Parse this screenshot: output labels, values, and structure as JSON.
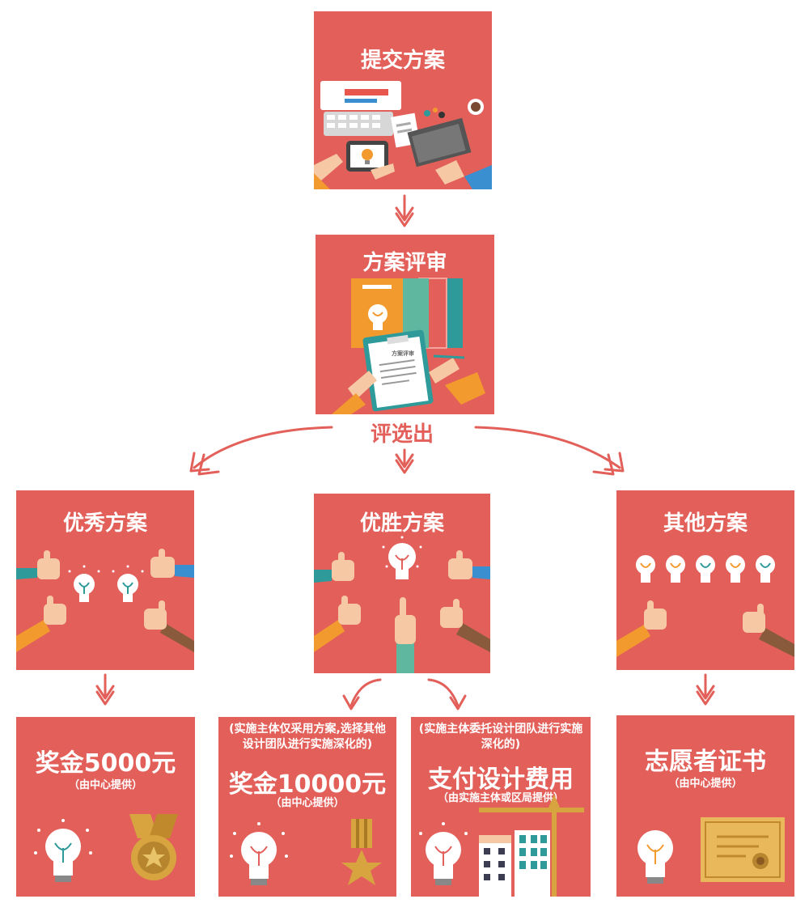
{
  "submit": {
    "title": "提交方案"
  },
  "review": {
    "title": "方案评审",
    "clipboard_text": "方案评审"
  },
  "select_label": "评选出",
  "excellent": {
    "title": "优秀方案"
  },
  "winning": {
    "title": "优胜方案"
  },
  "other": {
    "title": "其他方案"
  },
  "bonus5000": {
    "title": "奖金5000元",
    "note": "（由中心提供）"
  },
  "bonus10000": {
    "intro": "(实施主体仅采用方案,选择其他设计团队进行实施深化的)",
    "title": "奖金10000元",
    "note": "（由中心提供）"
  },
  "design_fee": {
    "intro": "(实施主体委托设计团队进行实施深化的)",
    "title": "支付设计费用",
    "note": "（由实施主体或区局提供）"
  },
  "certificate": {
    "title": "志愿者证书",
    "note": "（由中心提供）"
  },
  "colors": {
    "box_red": "#e3605a",
    "arrow_red": "#e3605a",
    "bulb_white": "#ffffff",
    "bulb_teal": "#2e9a9a",
    "bulb_orange": "#f29a2e",
    "gold": "#d7a440",
    "skin": "#f6c9a4"
  }
}
